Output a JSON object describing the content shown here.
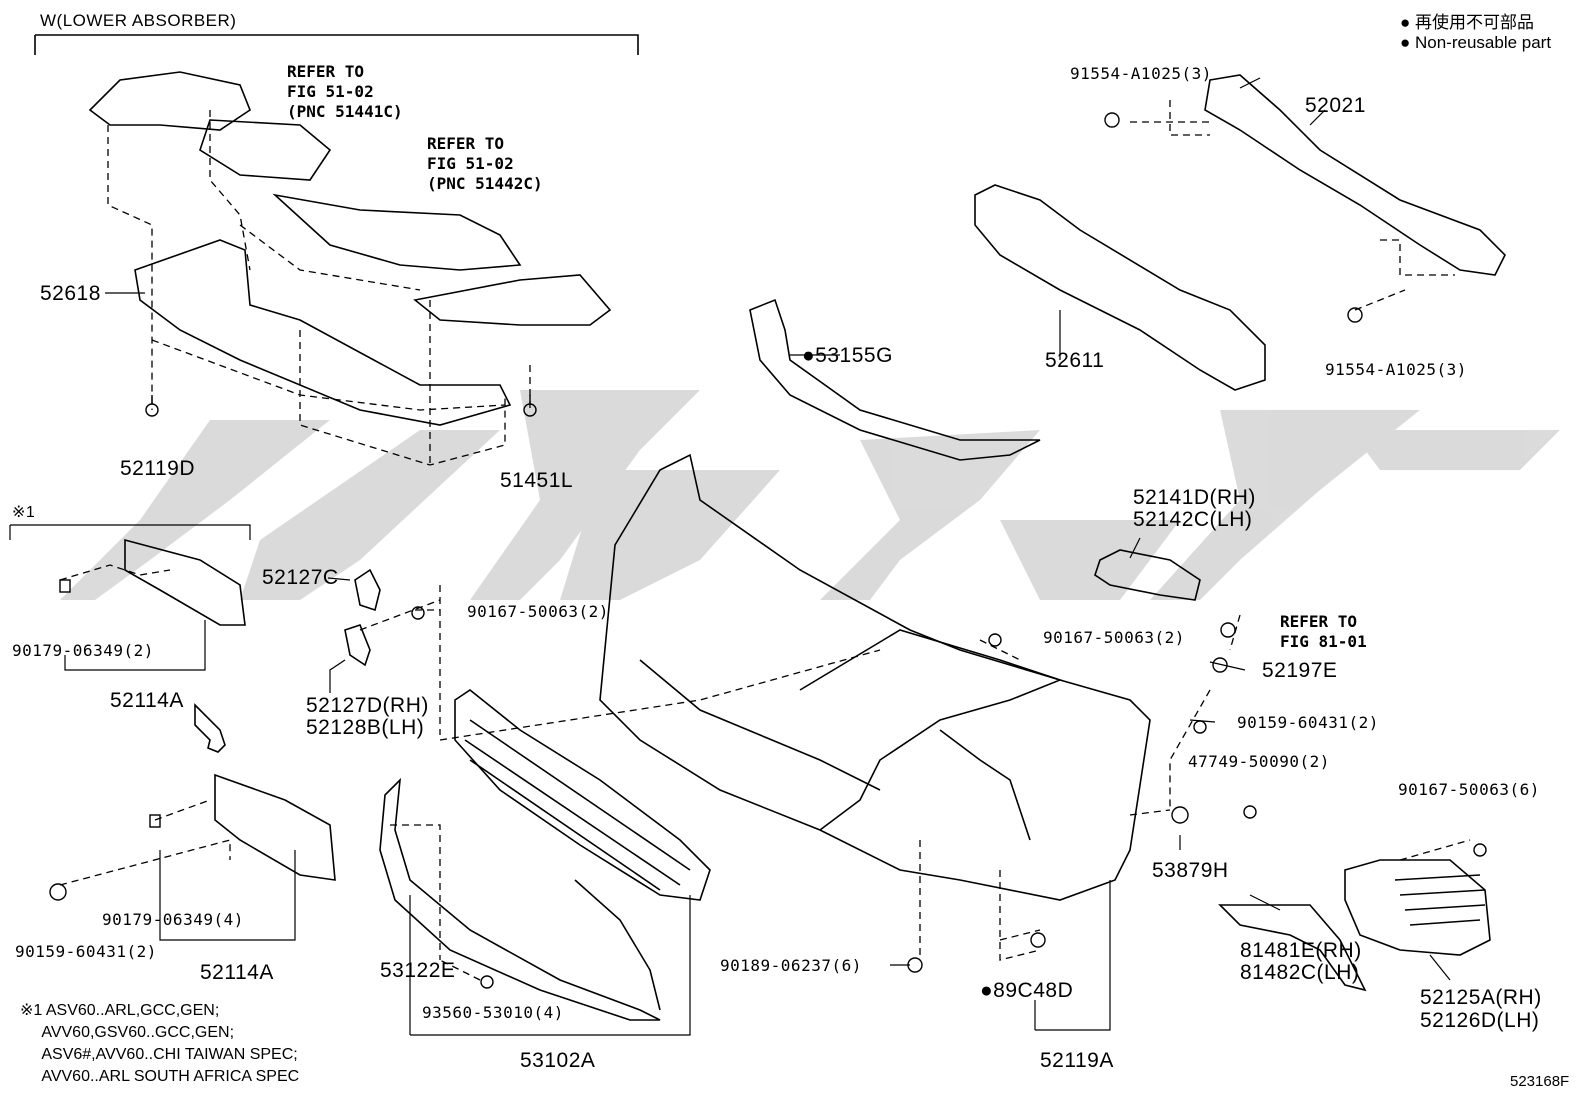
{
  "header": {
    "group_title": "W(LOWER ABSORBER)",
    "legend_jp": "● 再使用不可部品",
    "legend_en": "● Non-reusable part",
    "figure_code": "523168F"
  },
  "references": {
    "ref1": "REFER TO\nFIG 51-02\n(PNC 51441C)",
    "ref2": "REFER TO\nFIG 51-02\n(PNC 51442C)",
    "ref3": "REFER TO\nFIG 81-01"
  },
  "parts": {
    "p52618": "52618",
    "p52119D": "52119D",
    "p51451L": "51451L",
    "p52021": "52021",
    "p91554a": "91554-A1025(3)",
    "p91554b": "91554-A1025(3)",
    "p52611": "52611",
    "p53155G": "●53155G",
    "p52141D": "52141D(RH)",
    "p52142C": "52142C(LH)",
    "p52127C": "52127C",
    "p90167a": "90167-50063(2)",
    "p52127D": "52127D(RH)",
    "p52128B": "52128B(LH)",
    "p90167b": "90167-50063(2)",
    "p52197E": "52197E",
    "p90159a": "90159-60431(2)",
    "p47749": "47749-50090(2)",
    "p90167c": "90167-50063(6)",
    "p53879H": "53879H",
    "p81481E": "81481E(RH)",
    "p81482C": "81482C(LH)",
    "p52125A": "52125A(RH)",
    "p52126D": "52126D(LH)",
    "p90179a": "90179-06349(2)",
    "p52114Aa": "52114A",
    "p90179b": "90179-06349(4)",
    "p90159b": "90159-60431(2)",
    "p52114Ab": "52114A",
    "p53122E": "53122E",
    "p93560": "93560-53010(4)",
    "p53102A": "53102A",
    "p90189": "90189-06237(6)",
    "p89C48D": "●89C48D",
    "p52119A": "52119A",
    "note_mark": "※1"
  },
  "footnote": "※1 ASV60..ARL,GCC,GEN;\n     AVV60,GSV60..GCC,GEN;\n     ASV6#,AVV60..CHI TAIWAN SPEC;\n     AVV60..ARL SOUTH AFRICA SPEC"
}
